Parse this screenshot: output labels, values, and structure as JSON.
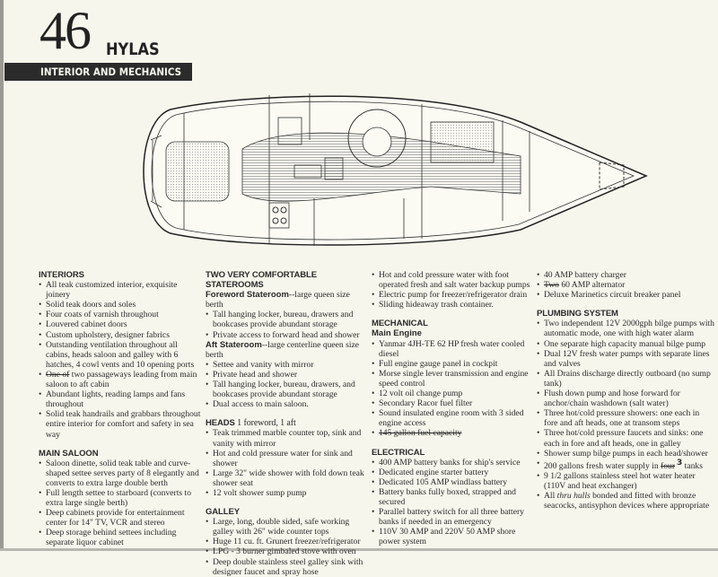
{
  "header": {
    "model_number": "46",
    "brand": "HYLAS",
    "banner": "INTERIOR AND MECHANICS"
  },
  "columns": [
    [
      {
        "heading": "INTERIORS",
        "items": [
          [
            {
              "t": "All teak customized interior, exquisite joinery"
            }
          ],
          [
            {
              "t": "Solid teak doors and soles"
            }
          ],
          [
            {
              "t": "Four coats of varnish throughout"
            }
          ],
          [
            {
              "t": "Louvered cabinet doors"
            }
          ],
          [
            {
              "t": "Custom upholstery, designer fabrics"
            }
          ],
          [
            {
              "t": "Outstanding ventilation throughout all cabins, heads saloon and galley with 6 hatches, 4 cowl vents and 10 opening ports"
            }
          ],
          [
            {
              "t": "One of",
              "s": "strike"
            },
            {
              "t": " two passageways leading from main saloon to aft cabin"
            }
          ],
          [
            {
              "t": "Abundant lights, reading lamps and fans throughout"
            }
          ],
          [
            {
              "t": "Solid teak handrails and grabbars throughout entire interior for comfort and safety in sea way"
            }
          ]
        ]
      },
      {
        "heading": "MAIN SALOON",
        "items": [
          [
            {
              "t": "Saloon dinette, solid teak table and curve-shaped settee serves party of 8 elegantly and converts to extra large double berth"
            }
          ],
          [
            {
              "t": "Full length settee to starboard (converts to extra large single berth)"
            }
          ],
          [
            {
              "t": "Deep cabinets provide for entertainment center for 14\" TV, VCR and stereo"
            }
          ],
          [
            {
              "t": "Deep storage behind settees including separate liquor cabinet"
            }
          ]
        ]
      }
    ],
    [
      {
        "heading": "TWO VERY COMFORTABLE STATEROOMS",
        "subsections": [
          {
            "title": "Foreword Stateroom",
            "rest": "--large queen size berth",
            "items": [
              [
                {
                  "t": "Tall hanging locker, bureau, drawers and bookcases provide abundant storage"
                }
              ],
              [
                {
                  "t": "Private access to forward head and shower"
                }
              ]
            ]
          },
          {
            "title": "Aft Stateroom",
            "rest": "--large centerline queen size berth",
            "items": [
              [
                {
                  "t": "Settee and vanity with mirror"
                }
              ],
              [
                {
                  "t": "Private head and shower"
                }
              ],
              [
                {
                  "t": "Tall hanging locker, bureau, drawers, and bookcases provide abundant storage"
                }
              ],
              [
                {
                  "t": "Dual access to main saloon."
                }
              ]
            ]
          }
        ]
      },
      {
        "heading": "HEADS",
        "heading_rest": " 1 foreword, 1 aft",
        "items": [
          [
            {
              "t": "Teak trimmed marble counter top, sink and vanity with mirror"
            }
          ],
          [
            {
              "t": "Hot and cold pressure water for sink and shower"
            }
          ],
          [
            {
              "t": "Large 32\" wide shower with fold down teak shower seat"
            }
          ],
          [
            {
              "t": "12 volt shower sump pump"
            }
          ]
        ]
      },
      {
        "heading": "GALLEY",
        "items": [
          [
            {
              "t": "Large, long, double sided, safe working galley with 26\" wide counter tops"
            }
          ],
          [
            {
              "t": "Huge 11 cu. ft. Grunert freezer/refrigerator"
            }
          ],
          [
            {
              "t": "LPG - 3 burner gimbaled stove with oven"
            }
          ],
          [
            {
              "t": "Deep double stainless steel galley sink with designer faucet and spray hose"
            }
          ]
        ]
      }
    ],
    [
      {
        "heading": "",
        "items": [
          [
            {
              "t": "Hot and cold pressure water with foot operated fresh and salt water backup pumps"
            }
          ],
          [
            {
              "t": "Electric pump for freezer/refrigerator drain"
            }
          ],
          [
            {
              "t": "Sliding hideaway trash container."
            }
          ]
        ]
      },
      {
        "heading": "MECHANICAL",
        "subsections": [
          {
            "title": "Main Engine",
            "rest": "",
            "items": [
              [
                {
                  "t": "Yanmar 4JH-TE 62 HP fresh water cooled diesel"
                }
              ],
              [
                {
                  "t": "Full engine gauge panel in cockpit"
                }
              ],
              [
                {
                  "t": "Morse single lever transmission and engine speed control"
                }
              ],
              [
                {
                  "t": "12 volt oil change pump"
                }
              ],
              [
                {
                  "t": "Secondary Racor fuel filter"
                }
              ],
              [
                {
                  "t": "Sound insulated engine room with 3 sided engine access"
                }
              ],
              [
                {
                  "t": "145 gallon fuel capacity",
                  "s": "strike"
                }
              ]
            ]
          }
        ]
      },
      {
        "heading": "ELECTRICAL",
        "items": [
          [
            {
              "t": "400 AMP battery banks for ship's service"
            }
          ],
          [
            {
              "t": "Dedicated engine starter battery"
            }
          ],
          [
            {
              "t": "Dedicated 105 AMP windlass battery"
            }
          ],
          [
            {
              "t": "Battery banks fully boxed, strapped and secured"
            }
          ],
          [
            {
              "t": "Parallel battery switch for all three battery banks if needed in an emergency"
            }
          ],
          [
            {
              "t": "110V 30 AMP and 220V 50 AMP shore power system"
            }
          ]
        ]
      }
    ],
    [
      {
        "heading": "",
        "items": [
          [
            {
              "t": "40 AMP battery charger"
            }
          ],
          [
            {
              "t": "Two",
              "s": "strike"
            },
            {
              "t": " 60 AMP alternator"
            }
          ],
          [
            {
              "t": "Deluxe Marinetics circuit breaker panel"
            }
          ]
        ]
      },
      {
        "heading": "PLUMBING SYSTEM",
        "items": [
          [
            {
              "t": "Two independent 12V 2000gph bilge pumps with automatic mode, one with high water alarm"
            }
          ],
          [
            {
              "t": "One separate high capacity manual bilge pump"
            }
          ],
          [
            {
              "t": "Dual 12V fresh water pumps with separate lines and valves"
            }
          ],
          [
            {
              "t": "All Drains discharge directly outboard (no sump tank)"
            }
          ],
          [
            {
              "t": "Flush down pump and hose forward for anchor/chain washdown (salt water)"
            }
          ],
          [
            {
              "t": "Three hot/cold pressure showers: one each in fore and aft heads, one at transom steps"
            }
          ],
          [
            {
              "t": "Three hot/cold pressure faucets and sinks: one each in fore and aft heads, one in galley"
            }
          ],
          [
            {
              "t": "Shower sump bilge pumps in each head/shower"
            }
          ],
          [
            {
              "t": "200 gallons fresh water supply in "
            },
            {
              "t": "four",
              "s": "strike"
            },
            {
              "t": "3",
              "s": "hand"
            },
            {
              "t": " tanks"
            }
          ],
          [
            {
              "t": "9 1/2 gallons stainless steel hot water heater (110V and heat exchanger)"
            }
          ],
          [
            {
              "t": "All "
            },
            {
              "t": "thru hulls",
              "s": "italic"
            },
            {
              "t": " bonded and fitted with bronze seacocks, antisyphon devices where appropriate"
            }
          ]
        ]
      }
    ]
  ],
  "colors": {
    "paper": "#f7f6ec",
    "ink": "#2a2a2a",
    "banner": "#2b2b2b"
  }
}
